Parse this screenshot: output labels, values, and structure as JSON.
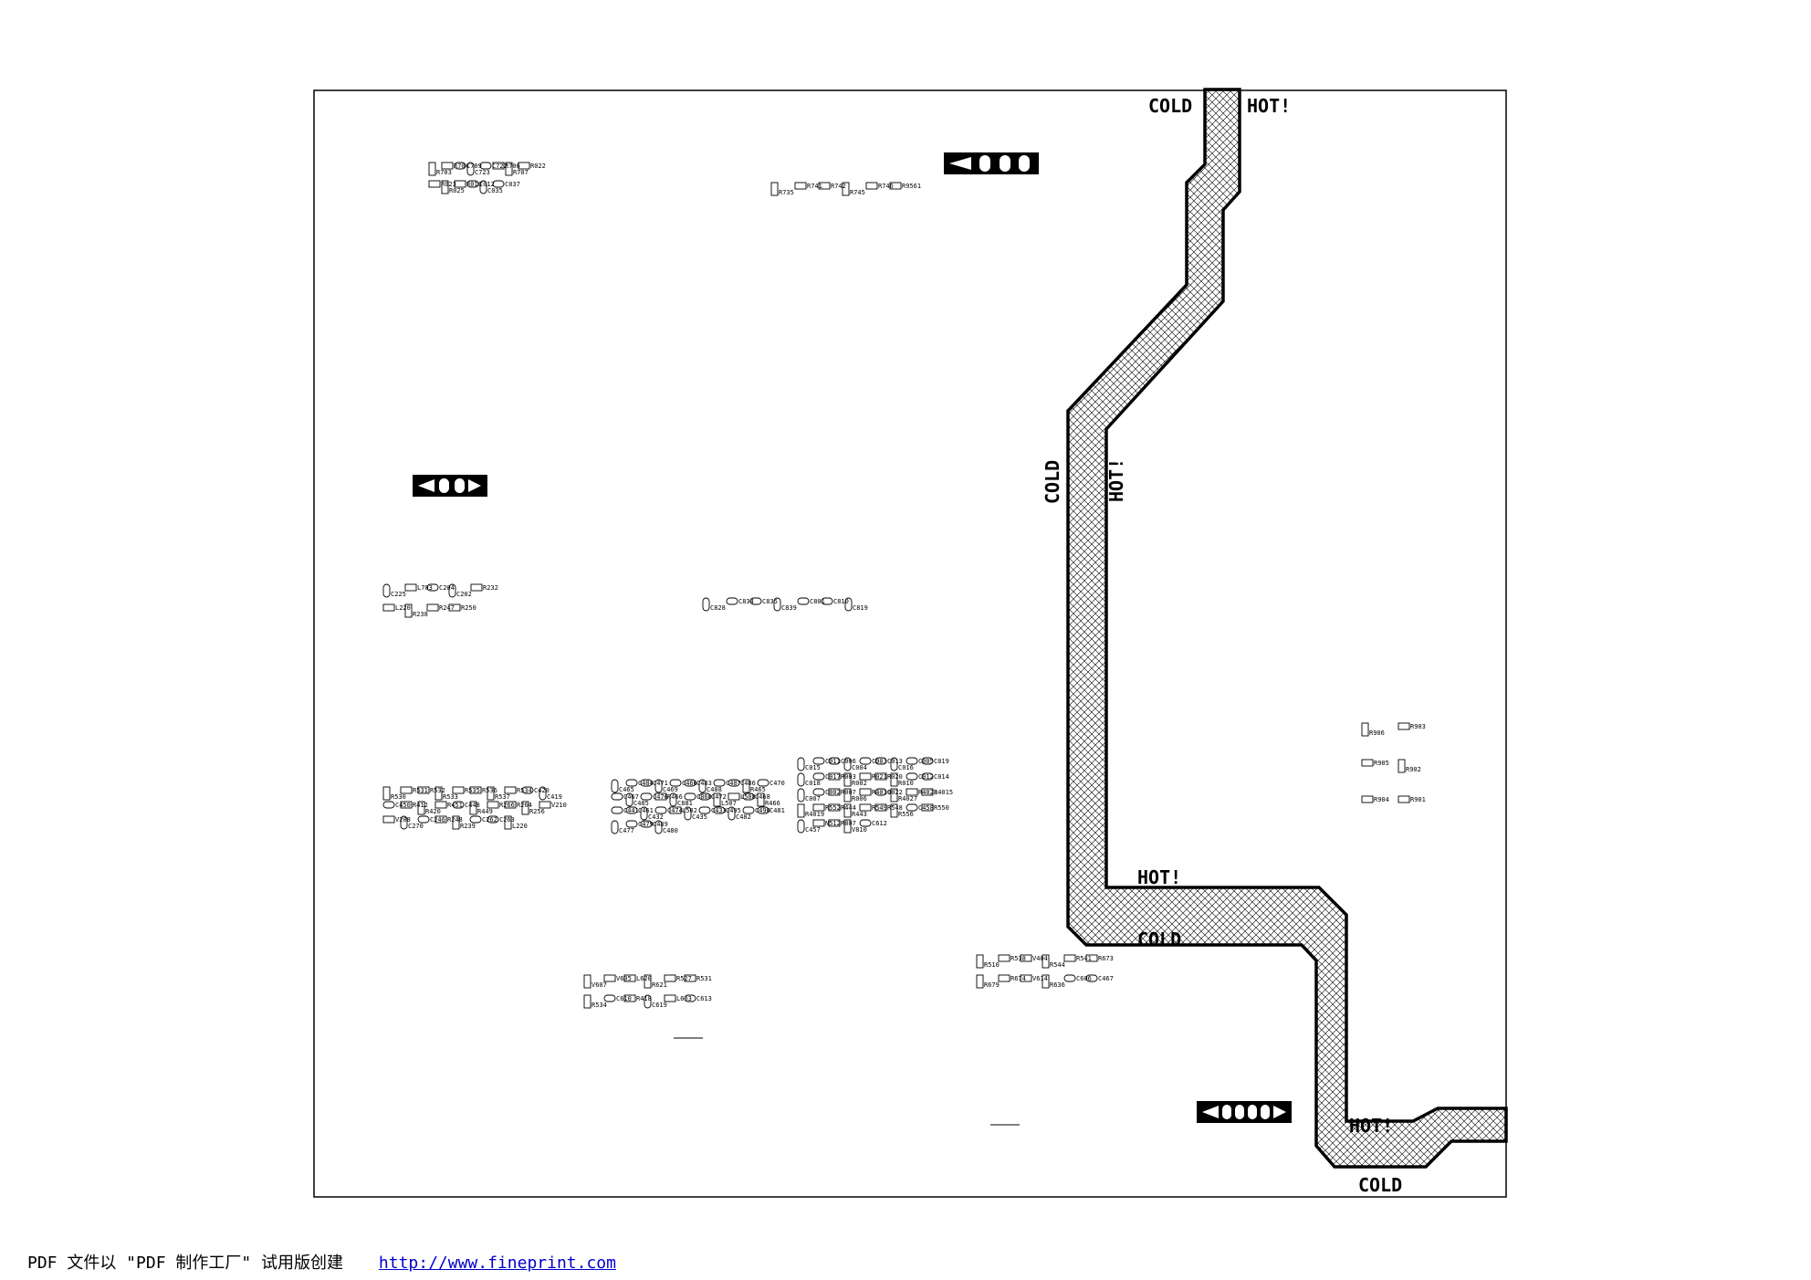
{
  "zone_labels": {
    "cold": "COLD",
    "hot": "HOT!"
  },
  "component_refs": {
    "top_left": [
      "R703",
      "R704",
      "C709",
      "C723",
      "C722",
      "R706",
      "R707",
      "R022",
      "R023",
      "R025",
      "R010",
      "C012",
      "C035",
      "C037"
    ],
    "top_mid": [
      "R735",
      "R741",
      "R742",
      "R745",
      "R746",
      "R9561"
    ],
    "mid_left": [
      "C225",
      "L703",
      "C204",
      "C202",
      "R232",
      "L220",
      "R238",
      "R247",
      "R250"
    ],
    "mid_center": [
      "C828",
      "C834",
      "C835",
      "C839",
      "C801",
      "C810",
      "C819"
    ],
    "lower_left": [
      "R530",
      "R531",
      "R532",
      "R533",
      "R535",
      "R536",
      "R537",
      "R534",
      "C420",
      "C419",
      "C450",
      "R412",
      "R420",
      "R451",
      "C448",
      "R449",
      "R266",
      "R264",
      "R256",
      "V210",
      "V208",
      "C270",
      "C246",
      "R248",
      "R239",
      "C262",
      "C263",
      "L220"
    ],
    "lower_center": [
      "C465",
      "C484",
      "C471",
      "C469",
      "C466",
      "C483",
      "C488",
      "C487",
      "C486",
      "R465",
      "C470",
      "C467",
      "C485",
      "C476",
      "R466",
      "C881",
      "C860",
      "C472",
      "L507",
      "L508",
      "C468",
      "R466",
      "C441",
      "C461",
      "C432",
      "C474",
      "L502",
      "C435",
      "C433",
      "C495",
      "C482",
      "C490",
      "C481",
      "C477",
      "C479",
      "C489",
      "C480"
    ],
    "lower_right": [
      "C015",
      "C011",
      "C006",
      "C004",
      "C003",
      "C013",
      "C016",
      "C005",
      "C019",
      "C018",
      "C017",
      "R003",
      "R002",
      "R021",
      "R020",
      "R010",
      "C012",
      "C014",
      "C007",
      "C002",
      "R007",
      "R006",
      "R4010",
      "C022",
      "R4027",
      "R4023",
      "R4015",
      "R4019",
      "R552",
      "R444",
      "R443",
      "R549",
      "R548",
      "R556",
      "C458",
      "R550",
      "C457",
      "N512",
      "R807",
      "V810",
      "C612"
    ],
    "bottom_left": [
      "V607",
      "V605",
      "L620",
      "R621",
      "R527",
      "R531",
      "R534",
      "C610",
      "R418",
      "C619",
      "L603",
      "C613"
    ],
    "bottom_right": [
      "R510",
      "R538",
      "V404",
      "R544",
      "R541",
      "R673",
      "R679",
      "R674",
      "V614",
      "R636",
      "C606",
      "C467"
    ],
    "right": [
      "R906",
      "R903",
      "R905",
      "R902",
      "R904",
      "R901"
    ]
  },
  "footer": {
    "text": "PDF 文件以 \"PDF 制作工厂\" 试用版创建",
    "link": "http://www.fineprint.com"
  }
}
